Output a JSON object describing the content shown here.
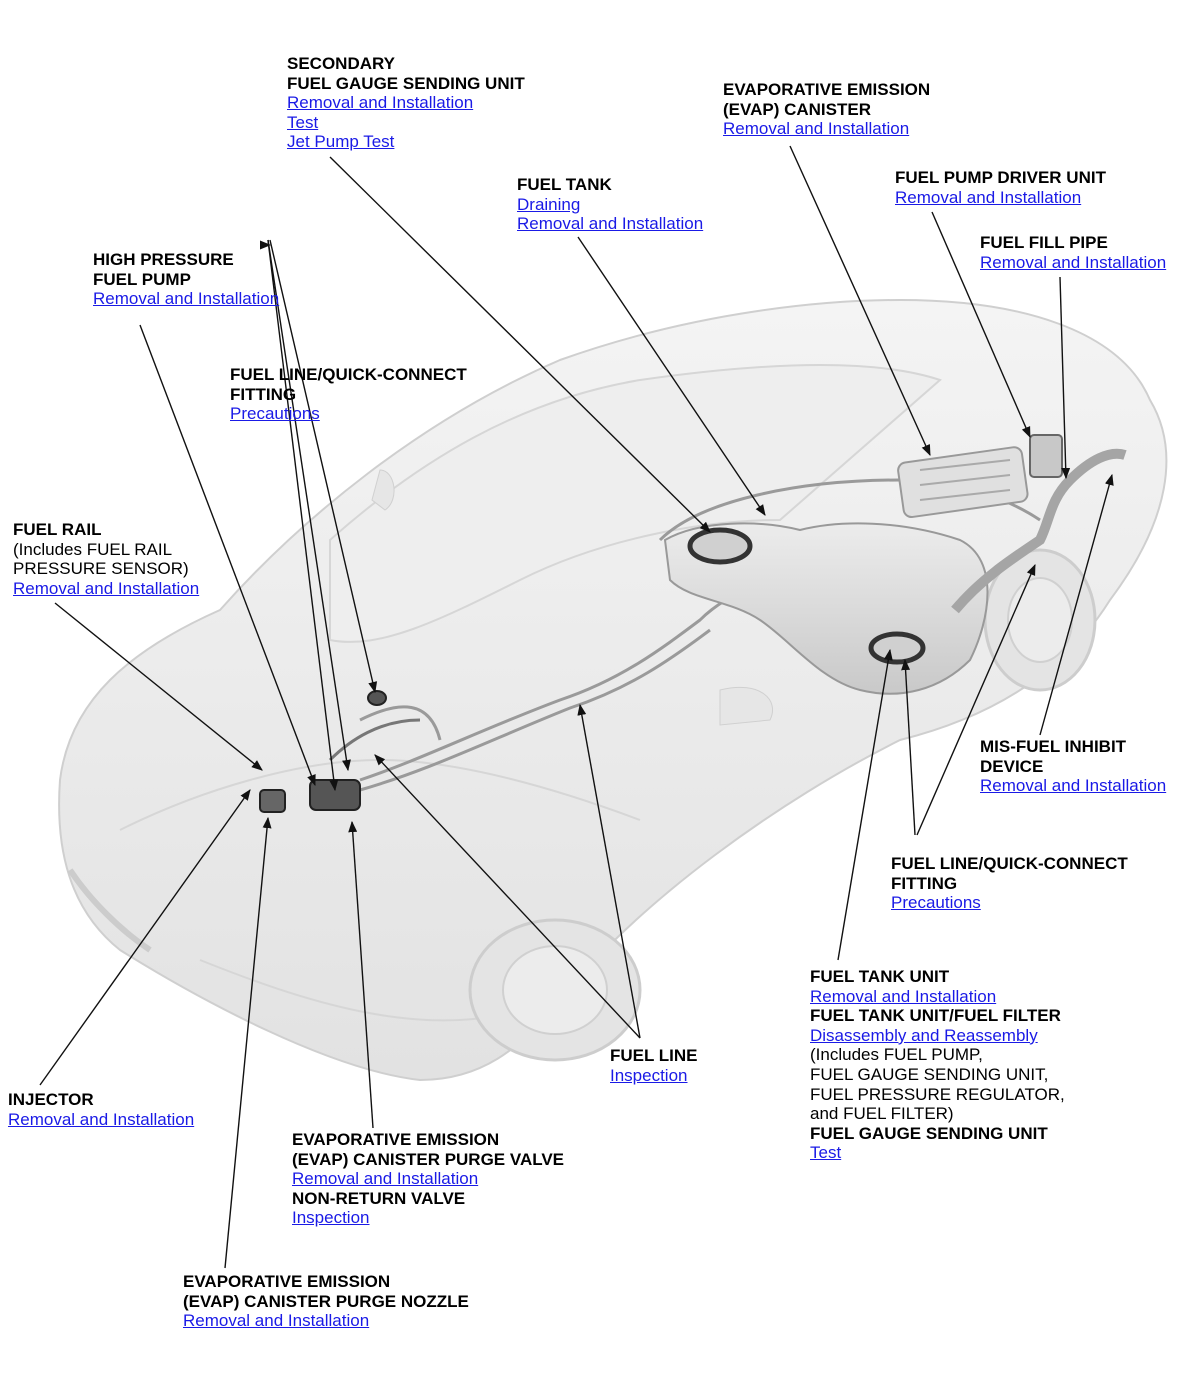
{
  "colors": {
    "link": "#1a1ae6",
    "text": "#000000",
    "leader": "#111111"
  },
  "callouts": {
    "secondary_sender": {
      "title1": "SECONDARY",
      "title2": "FUEL GAUGE SENDING UNIT",
      "links": [
        "Removal and Installation",
        "Test",
        "Jet Pump Test"
      ]
    },
    "evap_canister": {
      "title1": "EVAPORATIVE EMISSION",
      "title2": "(EVAP) CANISTER",
      "links": [
        "Removal and Installation"
      ]
    },
    "fuel_tank": {
      "title": "FUEL TANK",
      "links": [
        "Draining",
        "Removal and Installation"
      ]
    },
    "fuel_pump_driver": {
      "title": "FUEL PUMP DRIVER UNIT",
      "links": [
        "Removal and Installation"
      ]
    },
    "fuel_fill_pipe": {
      "title": "FUEL FILL PIPE",
      "links": [
        "Removal and Installation"
      ]
    },
    "hp_fuel_pump": {
      "title1": "HIGH PRESSURE",
      "title2": "FUEL PUMP",
      "links": [
        "Removal and Installation"
      ]
    },
    "quick_connect_front": {
      "title1": "FUEL LINE/QUICK-CONNECT",
      "title2": "FITTING",
      "links": [
        "Precautions"
      ]
    },
    "fuel_rail": {
      "title": "FUEL RAIL",
      "note1": "(Includes FUEL RAIL",
      "note2": "PRESSURE SENSOR)",
      "links": [
        "Removal and Installation"
      ]
    },
    "misfuel_device": {
      "title1": "MIS-FUEL INHIBIT",
      "title2": "DEVICE",
      "links": [
        "Removal and Installation"
      ]
    },
    "quick_connect_rear": {
      "title1": "FUEL LINE/QUICK-CONNECT",
      "title2": "FITTING",
      "links": [
        "Precautions"
      ]
    },
    "fuel_tank_unit": {
      "title1": "FUEL TANK UNIT",
      "link1": "Removal and Installation",
      "title2": "FUEL TANK UNIT/FUEL FILTER",
      "link2": "Disassembly and Reassembly",
      "note1": "(Includes FUEL PUMP,",
      "note2": "FUEL GAUGE SENDING UNIT,",
      "note3": "FUEL PRESSURE REGULATOR,",
      "note4": "and FUEL FILTER)",
      "title3": "FUEL GAUGE SENDING UNIT",
      "link3": "Test"
    },
    "fuel_line": {
      "title": "FUEL LINE",
      "links": [
        "Inspection"
      ]
    },
    "injector": {
      "title": "INJECTOR",
      "links": [
        "Removal and Installation"
      ]
    },
    "purge_valve": {
      "title1": "EVAPORATIVE EMISSION",
      "title2": "(EVAP) CANISTER PURGE VALVE",
      "link1": "Removal and Installation",
      "title3": "NON-RETURN VALVE",
      "link2": "Inspection"
    },
    "purge_nozzle": {
      "title1": "EVAPORATIVE EMISSION",
      "title2": "(EVAP) CANISTER PURGE NOZZLE",
      "links": [
        "Removal and Installation"
      ]
    }
  }
}
